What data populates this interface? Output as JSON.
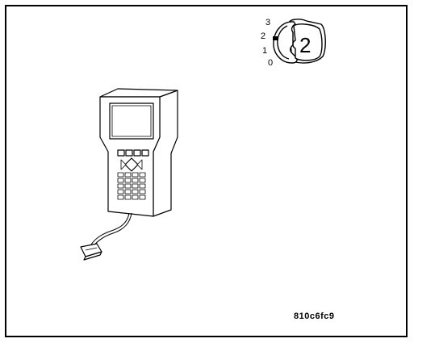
{
  "ignition_key": {
    "positions": [
      "3",
      "2",
      "1",
      "0"
    ],
    "key_label": "2"
  },
  "figure_id": "810c6fc9"
}
